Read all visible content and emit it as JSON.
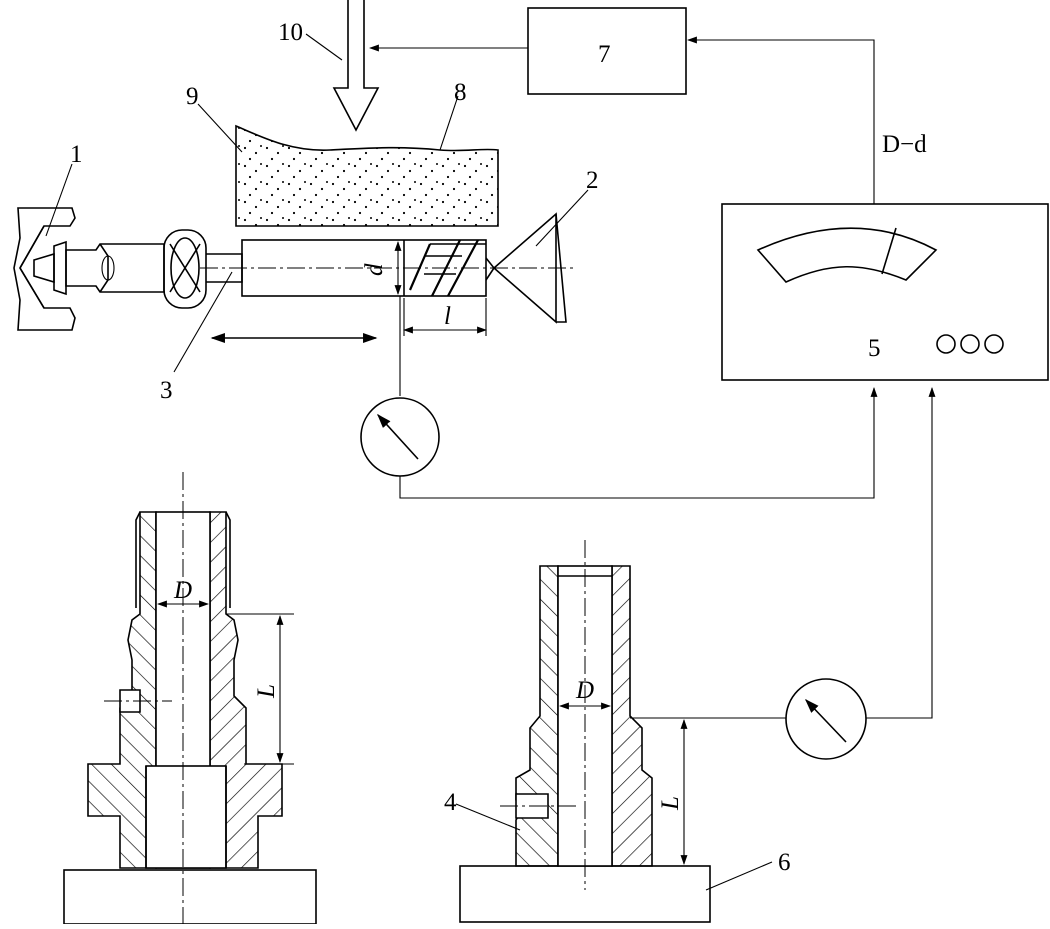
{
  "labels": {
    "n1": "1",
    "n2": "2",
    "n3": "3",
    "n4": "4",
    "n5": "5",
    "n6": "6",
    "n7": "7",
    "n8": "8",
    "n9": "9",
    "n10": "10",
    "difference": "D−d",
    "dim_d": "d",
    "dim_l": "l",
    "dim_D_left": "D",
    "dim_L_left": "L",
    "dim_D_right": "D",
    "dim_L_right": "L"
  }
}
